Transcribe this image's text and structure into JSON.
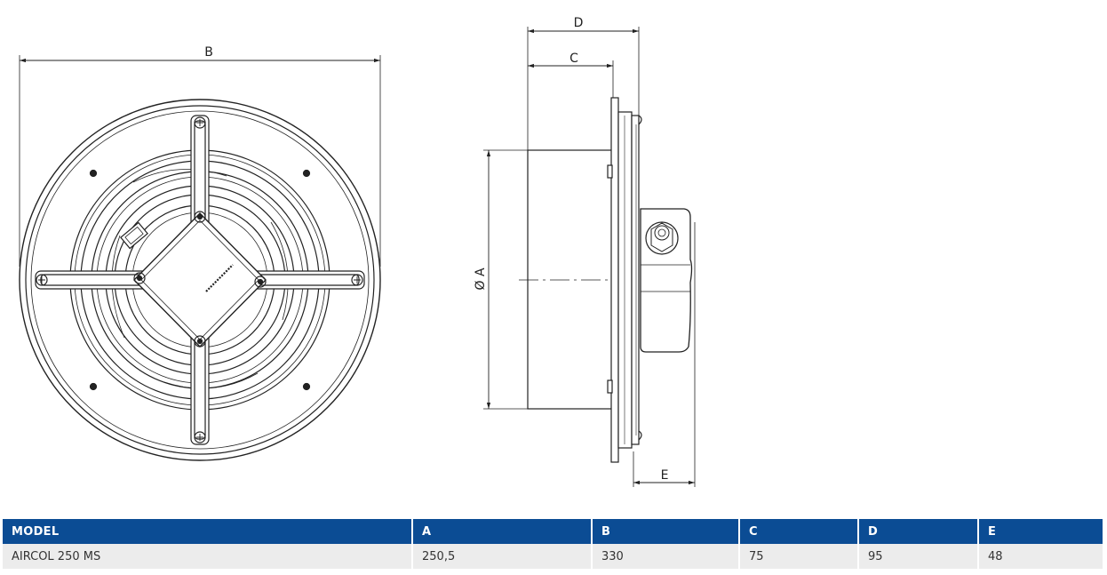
{
  "drawing": {
    "front_view": {
      "dim_B": "B"
    },
    "side_view": {
      "dim_A": "Ø A",
      "dim_C": "C",
      "dim_D": "D",
      "dim_E": "E"
    }
  },
  "table": {
    "headers": [
      "MODEL",
      "A",
      "B",
      "C",
      "D",
      "E"
    ],
    "rows": [
      [
        "AIRCOL 250 MS",
        "250,5",
        "330",
        "75",
        "95",
        "48"
      ]
    ]
  },
  "colors": {
    "header_bg": "#0b4c94",
    "row_bg": "#ececec",
    "line": "#222222"
  }
}
